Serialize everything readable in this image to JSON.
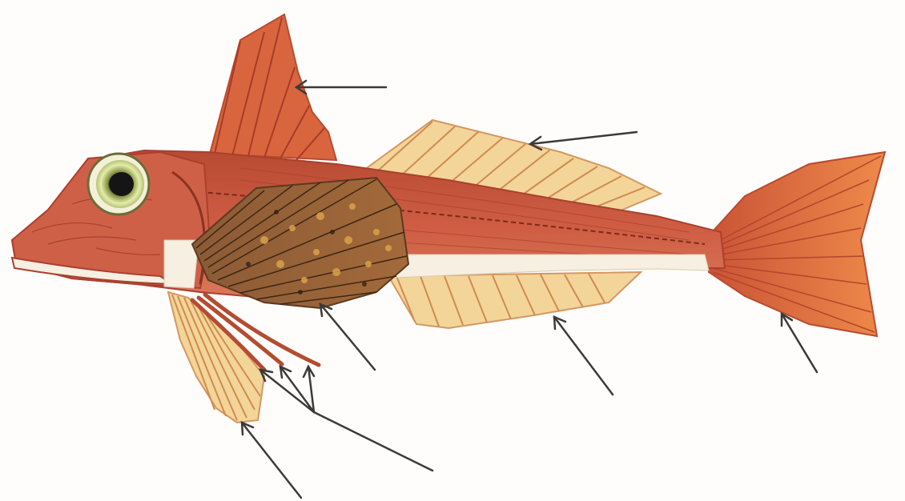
{
  "diagram": {
    "labels": [],
    "colors": {
      "body": "#c9583f",
      "body_dark": "#a9402e",
      "fin_red": "#d9653f",
      "fin_pale": "#f3d59a",
      "fin_pale_stroke": "#d9a566",
      "pectoral_dark": "#6e4a2e",
      "belly": "#f6efe2",
      "eye_ring": "#dfe6a0",
      "arrow": "#3a3a3a",
      "tail": "#e06a3c"
    },
    "arrows": [
      {
        "target": "first-dorsal-fin"
      },
      {
        "target": "second-dorsal-fin"
      },
      {
        "target": "pectoral-fin"
      },
      {
        "target": "anal-fin"
      },
      {
        "target": "caudal-fin"
      },
      {
        "target": "pelvic-fin"
      },
      {
        "target": "free-pectoral-rays"
      }
    ]
  }
}
